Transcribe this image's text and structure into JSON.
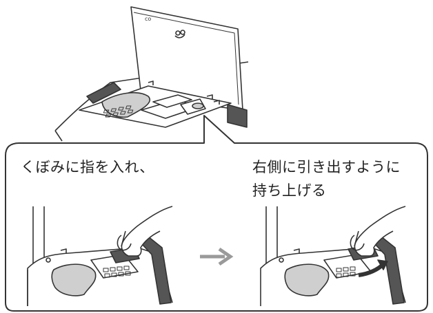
{
  "steps": [
    {
      "lines": [
        "くぼみに指を入れ、"
      ]
    },
    {
      "lines": [
        "右側に引き出すように",
        "持ち上げる"
      ]
    }
  ],
  "icons": {
    "arrow": "right-arrow-icon",
    "cover_marks": [
      "co",
      "cable-symbol"
    ]
  },
  "colors": {
    "line": "#333333",
    "gray_fill": "#cfcfcf",
    "dark_panel": "#555555",
    "arrow": "#9a9a9a",
    "highlight_arrow": "#333333"
  }
}
